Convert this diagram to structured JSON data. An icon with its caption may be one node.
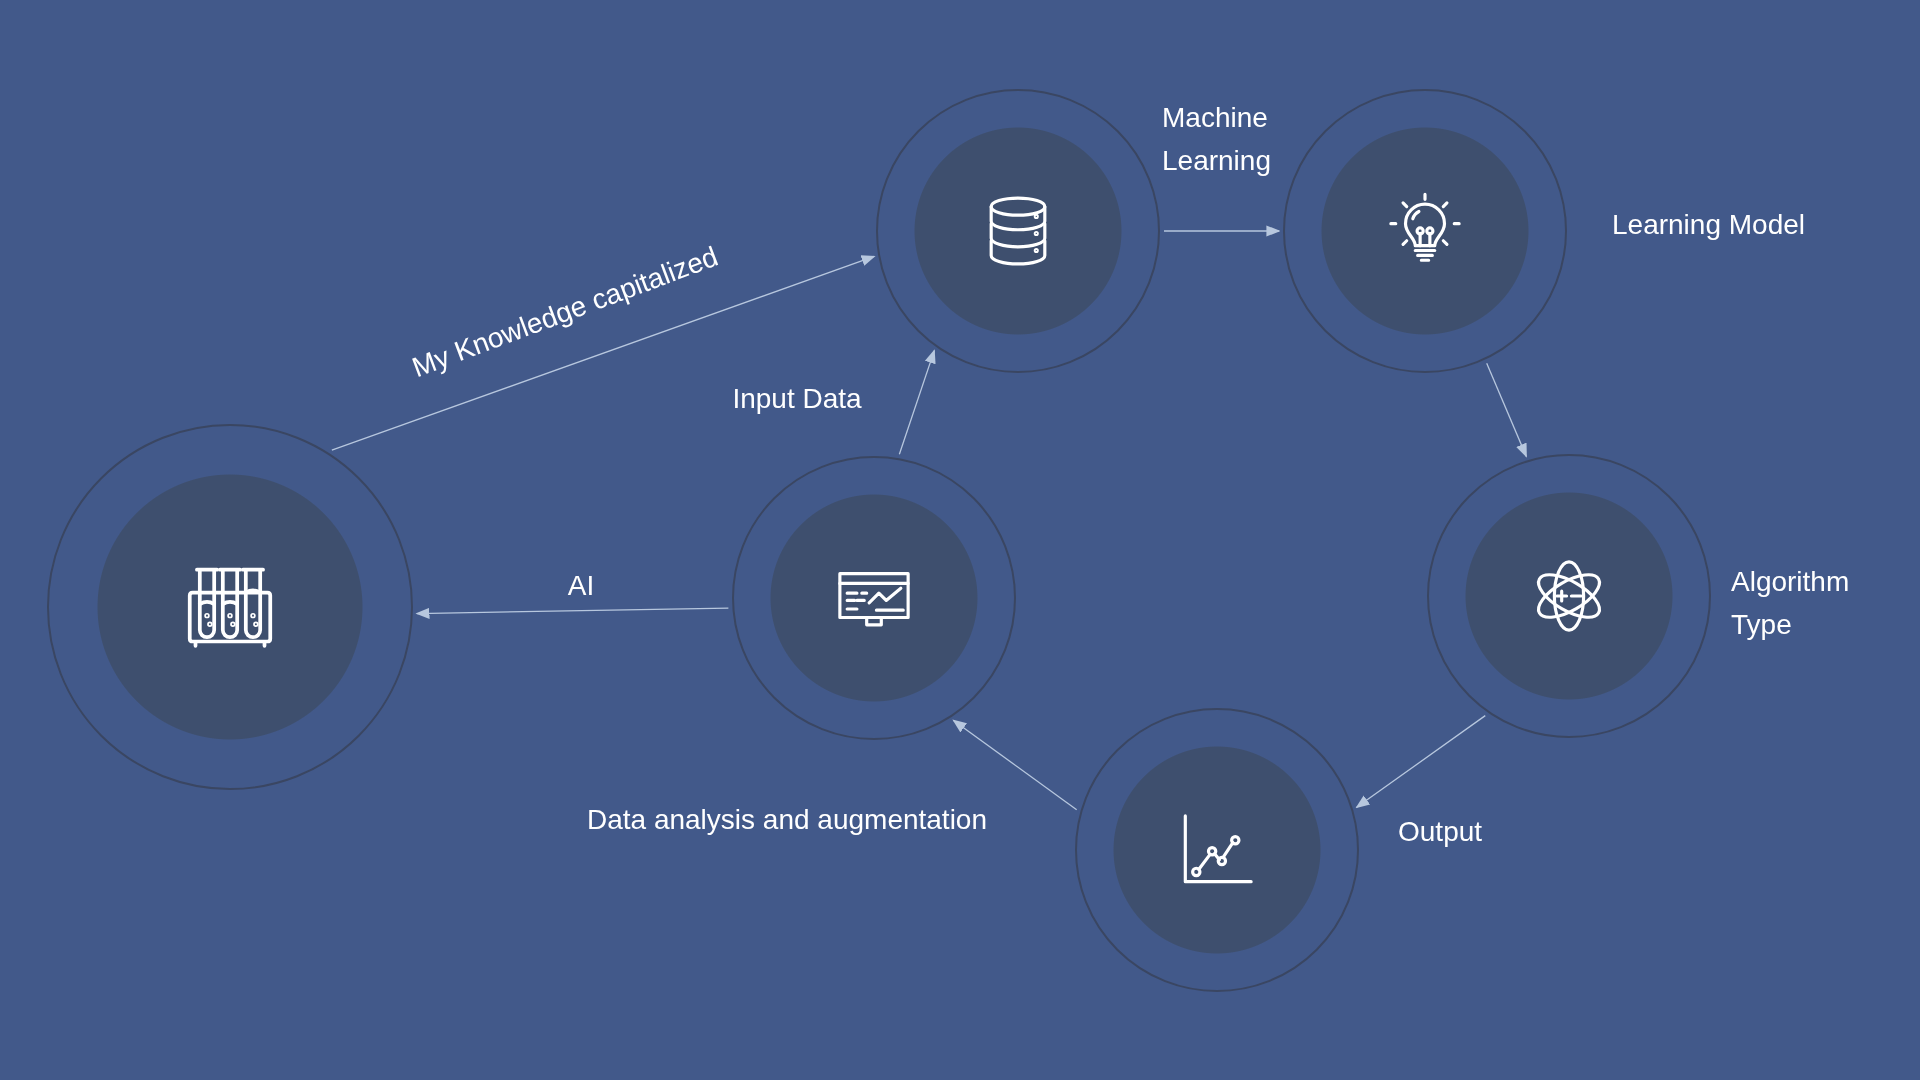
{
  "diagram": {
    "nodes": [
      {
        "text": [],
        "shape": "circle"
      },
      {
        "text": [],
        "shape": "circle",
        "beside": [
          "Learning Model"
        ]
      },
      {
        "text": [],
        "shape": "circle"
      },
      {
        "text": [],
        "shape": "circle"
      },
      {
        "text": [],
        "shape": "circle",
        "beside": [
          "Algorithm Type"
        ]
      },
      {
        "text": [],
        "shape": "circle"
      }
    ],
    "edges": [
      {
        "from": 2,
        "to": 0,
        "arrow": "to",
        "label": "My Knowledge capitalized"
      },
      {
        "from": 0,
        "to": 1,
        "arrow": "to",
        "label": "Machine Learning"
      },
      {
        "from": 1,
        "to": 4,
        "arrow": "to"
      },
      {
        "from": 4,
        "to": 5,
        "arrow": "to",
        "label": "Output"
      },
      {
        "from": 5,
        "to": 3,
        "arrow": "to",
        "label": "Data analysis and augmentation"
      },
      {
        "from": 3,
        "to": 0,
        "arrow": "to",
        "label": "Input Data"
      },
      {
        "from": 3,
        "to": 2,
        "arrow": "to",
        "label": "AI"
      }
    ]
  }
}
